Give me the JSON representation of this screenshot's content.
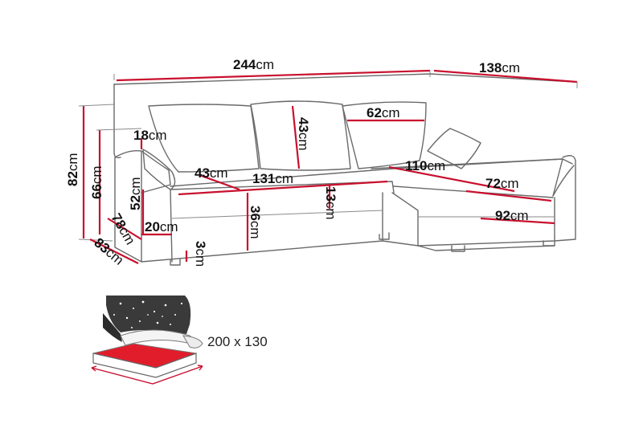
{
  "colors": {
    "outline": "#6a6a6a",
    "dimension_line": "#c8102e",
    "bed_surface": "#e21d2b",
    "mechanism_dark": "#3a3a3a",
    "background": "#ffffff"
  },
  "dimensions": {
    "total_width": {
      "num": "244",
      "unit": "cm"
    },
    "chaise_length": {
      "num": "138",
      "unit": "cm"
    },
    "total_height": {
      "num": "82",
      "unit": "cm"
    },
    "armrest_height": {
      "num": "66",
      "unit": "cm"
    },
    "armrest_width": {
      "num": "18",
      "unit": "cm"
    },
    "back_cushion_height": {
      "num": "43",
      "unit": "cm"
    },
    "back_cushion_width": {
      "num": "62",
      "unit": "cm"
    },
    "seat_depth": {
      "num": "43",
      "unit": "cm"
    },
    "seat_width": {
      "num": "131",
      "unit": "cm"
    },
    "chaise_seat_length": {
      "num": "110",
      "unit": "cm"
    },
    "chaise_seat_width": {
      "num": "72",
      "unit": "cm"
    },
    "chaise_base_width": {
      "num": "92",
      "unit": "cm"
    },
    "seat_height": {
      "num": "52",
      "unit": "cm"
    },
    "cushion_thickness": {
      "num": "13",
      "unit": "cm"
    },
    "base_height": {
      "num": "36",
      "unit": "cm"
    },
    "arm_base_height": {
      "num": "20",
      "unit": "cm"
    },
    "arm_depth": {
      "num": "78",
      "unit": "cm"
    },
    "total_depth": {
      "num": "83",
      "unit": "cm"
    },
    "leg_height": {
      "num": "3",
      "unit": "cm"
    }
  },
  "bed": {
    "size_label": "200 x 130"
  }
}
